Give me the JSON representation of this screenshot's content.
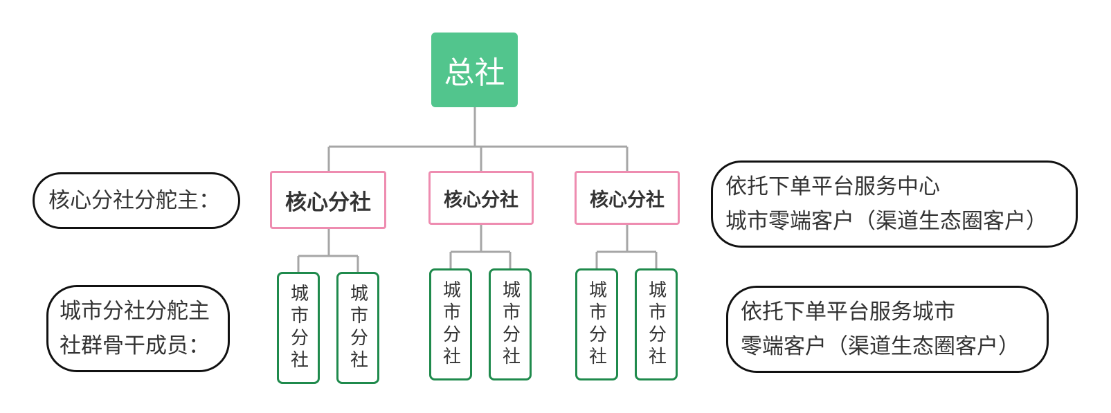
{
  "diagram": {
    "type": "org-tree",
    "root": {
      "label": "总社",
      "color": "#52c58d"
    },
    "core_branches": [
      {
        "label": "核心分社",
        "city_nodes": [
          "城市分社",
          "城市分社"
        ]
      },
      {
        "label": "核心分社",
        "city_nodes": [
          "城市分社",
          "城市分社"
        ]
      },
      {
        "label": "核心分社",
        "city_nodes": [
          "城市分社",
          "城市分社"
        ]
      }
    ],
    "left_notes": {
      "core_owner": "核心分社分舵主：",
      "city_owner": "城市分社分舵主\n社群骨干成员："
    },
    "right_notes": {
      "core_clients": "依托下单平台服务中心\n城市零端客户（渠道生态圈客户）",
      "city_clients": "依托下单平台服务城市\n零端客户（渠道生态圈客户）"
    },
    "colors": {
      "connector": "#a6a6a6",
      "core_border": "#ee8cb0",
      "city_border": "#1f8a4c",
      "note_border": "#111111"
    }
  }
}
